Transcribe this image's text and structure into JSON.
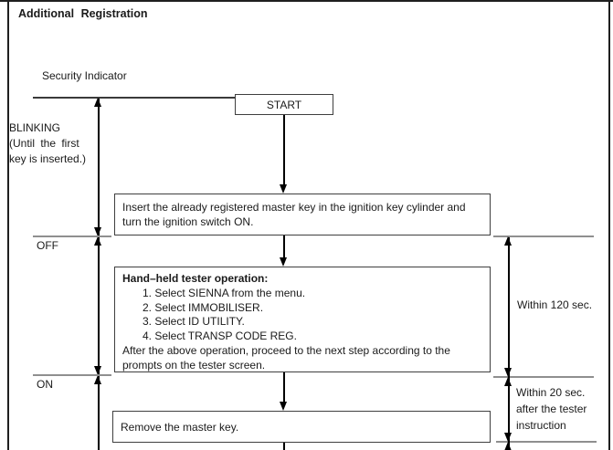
{
  "frame": {
    "title": "Additional Registration"
  },
  "diagram": {
    "security_indicator_label": "Security Indicator",
    "start_label": "START",
    "blinking_label": {
      "l1": "BLINKING",
      "l2": "(Until the first",
      "l3": "key is inserted.)"
    },
    "off_label": "OFF",
    "on_label": "ON",
    "boxes": {
      "insert_key": {
        "line1": "Insert the already registered master key in the ignition key cylinder and",
        "line2": "turn the ignition switch ON."
      },
      "tester": {
        "heading": "Hand–held tester operation:",
        "step1": "1. Select SIENNA from the menu.",
        "step2": "2. Select IMMOBILISER.",
        "step3": "3. Select ID UTILITY.",
        "step4": "4. Select TRANSP CODE REG.",
        "after1": "After the above operation, proceed to the next step according to the",
        "after2": "prompts on the tester screen."
      },
      "remove_key": {
        "line1": "Remove the master key."
      }
    },
    "timing": {
      "within_120": "Within 120 sec.",
      "within_20_l1": "Within 20 sec.",
      "within_20_l2": "after the tester",
      "within_20_l3": "instruction"
    },
    "colors": {
      "flow_line": "#000000",
      "ref_line": "#8f8f8f",
      "box_border": "#3f3f3f",
      "text": "#1a1a1a"
    }
  }
}
